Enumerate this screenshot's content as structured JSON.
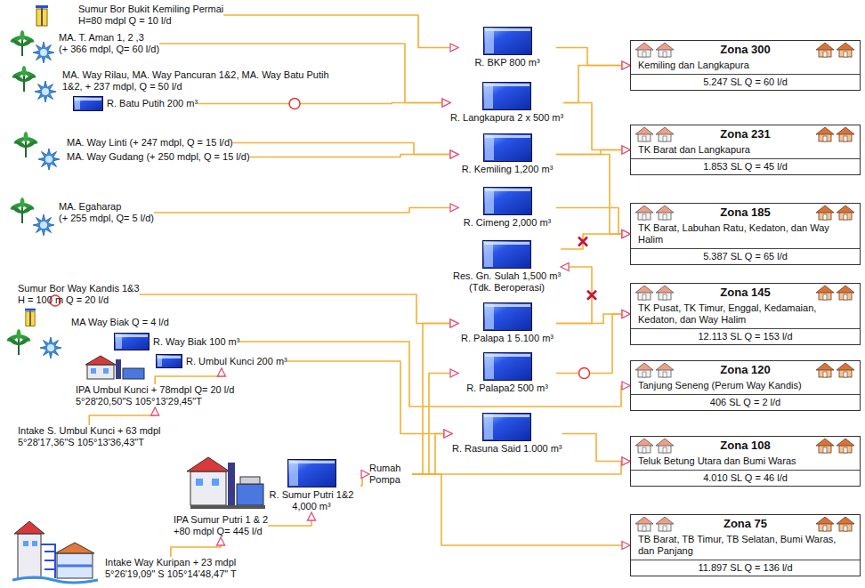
{
  "diagram": {
    "nodes": [
      {
        "text": [
          "Sumur Bor Bukit Kemiling Permai",
          "H=80 mdpl Q = 10 l/d"
        ]
      },
      {
        "text": [
          "MA. T. Aman 1, 2 ,3",
          "(+ 366 mdpl, Q= 60 l/d)"
        ]
      },
      {
        "text": [
          "MA. Way Rilau, MA. Way Pancuran 1&2, MA. Way Batu Putih 1&2, + 237 mdpl, Q = 50 l/d"
        ]
      },
      {
        "text": [
          "R. Batu Putih 200 m³"
        ]
      },
      {
        "text": [
          "MA. Way Linti (+ 247 mdpl, Q = 15 l/d)"
        ]
      },
      {
        "text": [
          "MA. Way Gudang (+ 250 mdpl, Q = 15 l/d)"
        ]
      },
      {
        "text": [
          "MA. Egaharap",
          "(+ 255 mdpl, Q= 5 l/d)"
        ]
      },
      {
        "text": [
          "Sumur Bor Way Kandis 1&3",
          "H = 100 m Q = 20 l/d"
        ]
      },
      {
        "text": [
          "MA Way Biak Q = 4 l/d"
        ]
      },
      {
        "text": [
          "R. Way Biak 100 m³"
        ]
      },
      {
        "text": [
          "R. Umbul Kunci 200 m³"
        ]
      },
      {
        "text": [
          "IPA Umbul Kunci + 78mdpl Q= 20 l/d",
          "5°28'20,50\"S 105°13'29,45\"T"
        ]
      },
      {
        "text": [
          "Intake S. Umbul Kunci + 63 mdpl",
          "5°28'17,36\"S 105°13'36,43\"T"
        ]
      },
      {
        "text": [
          "Rumah Pompa"
        ]
      },
      {
        "text": [
          "IPA Sumur Putri 1 & 2",
          "+80 mdpl Q= 445 l/d"
        ]
      },
      {
        "text": [
          "R. Sumur Putri 1&2",
          "4,000 m³"
        ]
      },
      {
        "text": [
          "Intake Way Kuripan + 23 mdpl",
          "5°26'19,09\" S 105°14'48,47\" T"
        ]
      },
      {
        "text": [
          "R. BKP 800 m³"
        ]
      },
      {
        "text": [
          "R. Langkapura 2 x 500 m³"
        ]
      },
      {
        "text": [
          "R. Kemiling 1,200 m³"
        ]
      },
      {
        "text": [
          "R. Cimeng 2,000 m³"
        ]
      },
      {
        "text": [
          "Res. Gn. Sulah 1,500 m³",
          "(Tdk. Beroperasi)"
        ]
      },
      {
        "text": [
          "R. Palapa 1 5.100 m³"
        ]
      },
      {
        "text": [
          "R. Palapa2 500 m³"
        ]
      },
      {
        "text": [
          "R. Rasuna Said 1.000 m³"
        ]
      },
      {
        "text": [
          "Zona 300",
          "Kemiling dan Langkapura",
          "5.247 SL Q = 60 l/d"
        ]
      },
      {
        "text": [
          "Zona 231",
          "TK Barat dan Langkapura",
          "1.853 SL Q = 45 l/d"
        ]
      },
      {
        "text": [
          "Zona 185",
          "TK Barat, Labuhan Ratu, Kedaton, dan Way Halim",
          "5.387 SL Q = 65 l/d"
        ]
      },
      {
        "text": [
          "Zona 145",
          "TK Pusat, TK Timur, Enggal, Kedamaian, Kedaton, dan Way Halim",
          "12.113 SL Q = 153 l/d"
        ]
      },
      {
        "text": [
          "Zona 120",
          "Tanjung Seneng (Perum Way Kandis)",
          "406 SL Q = 2 l/d"
        ]
      },
      {
        "text": [
          "Zona 108",
          "Teluk Betung Utara dan Bumi Waras",
          "4.010 SL Q = 46 l/d"
        ]
      },
      {
        "text": [
          "Zona 75",
          "TB Barat, TB Timur, TB Selatan, Bumi Waras, dan Panjang",
          "11.897 SL Q = 136 l/d"
        ]
      }
    ],
    "edges": [
      {
        "from": 0,
        "to": 17,
        "arrow": "to"
      },
      {
        "from": 1,
        "to": 18,
        "arrow": "to"
      },
      {
        "from": 3,
        "to": 18,
        "arrow": "to"
      },
      {
        "from": 4,
        "to": 19,
        "arrow": "to"
      },
      {
        "from": 5,
        "to": 19,
        "arrow": "to"
      },
      {
        "from": 6,
        "to": 20,
        "arrow": "to"
      },
      {
        "from": 7,
        "to": 22,
        "arrow": "to"
      },
      {
        "from": 9,
        "to": 29,
        "arrow": "to"
      },
      {
        "from": 10,
        "to": 24,
        "arrow": "to"
      },
      {
        "from": 11,
        "to": 10,
        "arrow": "to"
      },
      {
        "from": 12,
        "to": 11,
        "arrow": "to"
      },
      {
        "from": 16,
        "to": 14,
        "arrow": "to"
      },
      {
        "from": 14,
        "to": 15,
        "arrow": "to"
      },
      {
        "from": 15,
        "to": 13,
        "arrow": "to"
      },
      {
        "from": 13,
        "to": 22,
        "arrow": "to"
      },
      {
        "from": 13,
        "to": 23,
        "arrow": "to"
      },
      {
        "from": 13,
        "to": 24,
        "arrow": "to"
      },
      {
        "from": 13,
        "to": 30,
        "arrow": "to"
      },
      {
        "from": 13,
        "to": 31,
        "arrow": "to"
      },
      {
        "from": 17,
        "to": 25,
        "arrow": "to"
      },
      {
        "from": 18,
        "to": 25,
        "arrow": "to"
      },
      {
        "from": 18,
        "to": 26,
        "arrow": "to"
      },
      {
        "from": 19,
        "to": 26,
        "arrow": "to"
      },
      {
        "from": 19,
        "to": 27,
        "arrow": "to"
      },
      {
        "from": 20,
        "to": 27,
        "arrow": "to"
      },
      {
        "from": 21,
        "to": 27,
        "arrow": "to"
      },
      {
        "from": 22,
        "to": 21,
        "arrow": "to"
      },
      {
        "from": 22,
        "to": 28,
        "arrow": "to"
      },
      {
        "from": 23,
        "to": 28,
        "arrow": "to"
      },
      {
        "from": 24,
        "to": 30,
        "arrow": "to"
      }
    ]
  }
}
